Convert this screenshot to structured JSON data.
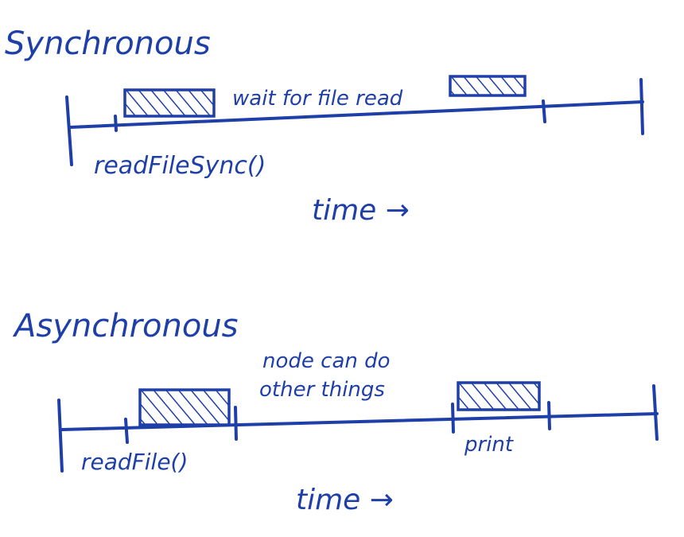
{
  "sync": {
    "title": "Synchronous",
    "call_label": "readFileSync()",
    "wait_label": "wait for file read",
    "time_label": "time →"
  },
  "async": {
    "title": "Asynchronous",
    "call_label": "readFile()",
    "middle_label_line1": "node can do",
    "middle_label_line2": "other things",
    "print_label": "print",
    "time_label": "time →"
  },
  "colors": {
    "ink": "#1f3fa8",
    "background": "#ffffff"
  }
}
